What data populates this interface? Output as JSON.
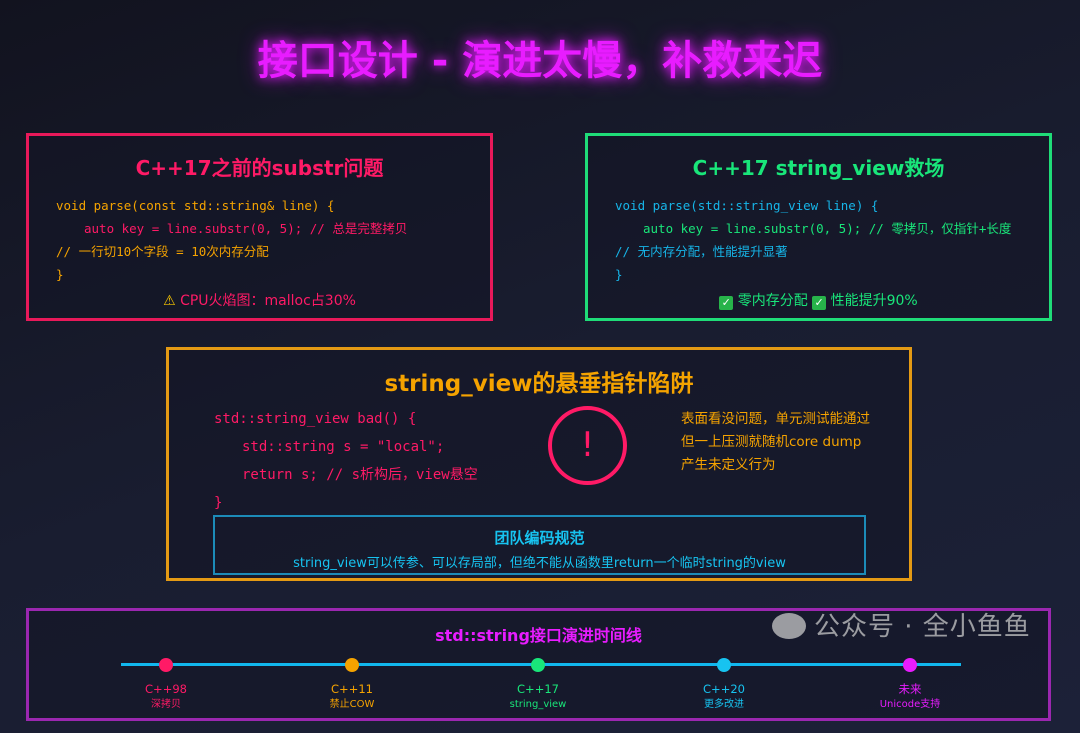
{
  "title": "接口设计 - 演进太慢，补救来迟",
  "before": {
    "heading": "C++17之前的substr问题",
    "lines": [
      "void parse(const std::string& line) {",
      "auto key = line.substr(0, 5); // 总是完整拷贝",
      "// 一行切10个字段 = 10次内存分配",
      "}"
    ],
    "footer": "CPU火焰图：malloc占30%",
    "footer_icon": "warning-icon"
  },
  "after": {
    "heading": "C++17 string_view救场",
    "lines": [
      "void parse(std::string_view line) {",
      "auto key = line.substr(0, 5); // 零拷贝，仅指针+长度",
      "// 无内存分配，性能提升显著",
      "}"
    ],
    "footer_1": "零内存分配",
    "footer_2": "性能提升90%",
    "footer_icon": "check-icon"
  },
  "trap": {
    "heading": "string_view的悬垂指针陷阱",
    "lines": [
      "std::string_view bad() {",
      "std::string s = \"local\";",
      "return s; // s析构后，view悬空",
      "}"
    ],
    "alert_symbol": "!",
    "notes": [
      "表面看没问题，单元测试能通过",
      "但一上压测就随机core dump",
      "产生未定义行为"
    ],
    "rule_title": "团队编码规范",
    "rule_text": "string_view可以传参、可以存局部，但绝不能从函数里return一个临时string的view"
  },
  "timeline": {
    "heading": "std::string接口演进时间线",
    "items": [
      {
        "version": "C++98",
        "desc": "深拷贝",
        "color": "#ff1a66"
      },
      {
        "version": "C++11",
        "desc": "禁止COW",
        "color": "#f5a300"
      },
      {
        "version": "C++17",
        "desc": "string_view",
        "color": "#19e67a"
      },
      {
        "version": "C++20",
        "desc": "更多改进",
        "color": "#17c3f0"
      },
      {
        "version": "未来",
        "desc": "Unicode支持",
        "color": "#e81cff"
      }
    ]
  },
  "watermark": "公众号 · 全小鱼鱼"
}
